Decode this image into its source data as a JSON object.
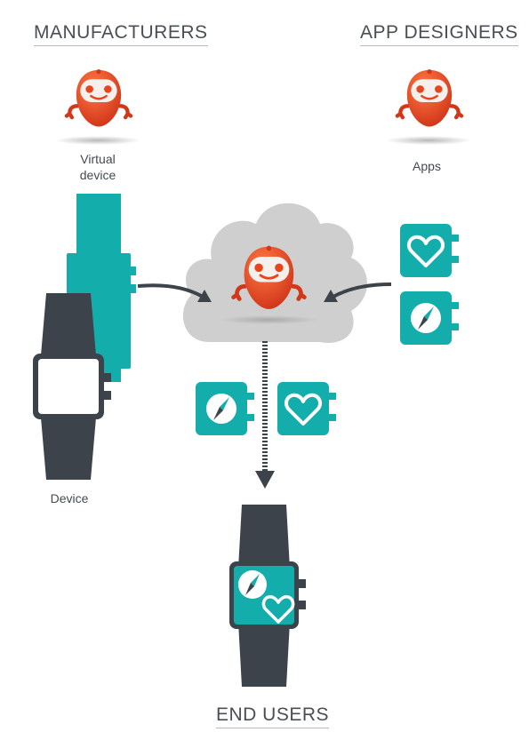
{
  "headings": {
    "manufacturers": "MANUFACTURERS",
    "app_designers": "APP DESIGNERS",
    "end_users": "END USERS"
  },
  "labels": {
    "virtual_device": "Virtual\ndevice",
    "apps": "Apps",
    "device": "Device"
  },
  "colors": {
    "teal": "#13aeac",
    "dark": "#3d434a",
    "cloud": "#cfcfcf",
    "robot": "#e8451e",
    "arrow": "#3d434a"
  },
  "icons": [
    "robot-mascot",
    "cloud",
    "heart-app",
    "compass-app",
    "smartwatch",
    "arrow"
  ]
}
